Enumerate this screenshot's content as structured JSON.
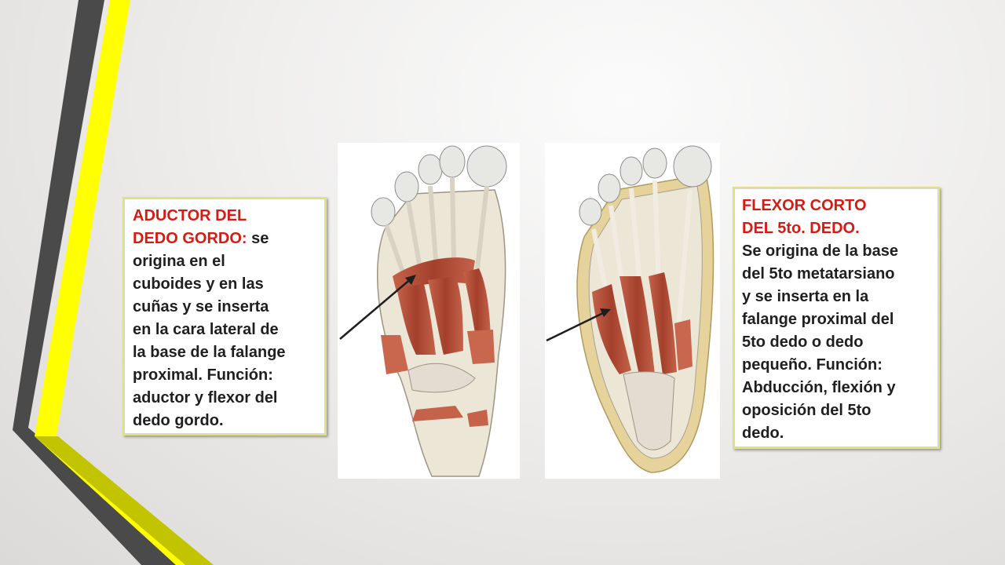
{
  "left_box": {
    "title_line1": "ADUCTOR DEL",
    "title_line2_red": "DEDO GORDO:",
    "title_line2_rest": " se",
    "lines": [
      "origina en el",
      "cuboides y en las",
      "cuñas y se inserta",
      "en la cara lateral de",
      "la base de la falange",
      "proximal. Función:",
      "aductor y flexor del",
      "dedo gordo."
    ]
  },
  "right_box": {
    "title_line1": "FLEXOR CORTO",
    "title_line2": "DEL 5to. DEDO.",
    "lines": [
      "Se origina de la base",
      "del 5to metatarsiano",
      "y se inserta en la",
      "falange proximal del",
      "5to dedo o dedo",
      "pequeño. Función:",
      "Abducción, flexión y",
      "oposición del 5to",
      "dedo."
    ]
  },
  "images": {
    "left": "foot-plantar-muscles-adductor-image",
    "right": "foot-plantar-muscles-flexor-image"
  },
  "colors": {
    "accent_yellow": "#ffff00",
    "accent_dark_gray": "#4a4a4a",
    "accent_olive": "#c2c400",
    "title_red": "#d81b12",
    "muscle": "#b8503a",
    "bone": "#ece6d6"
  }
}
